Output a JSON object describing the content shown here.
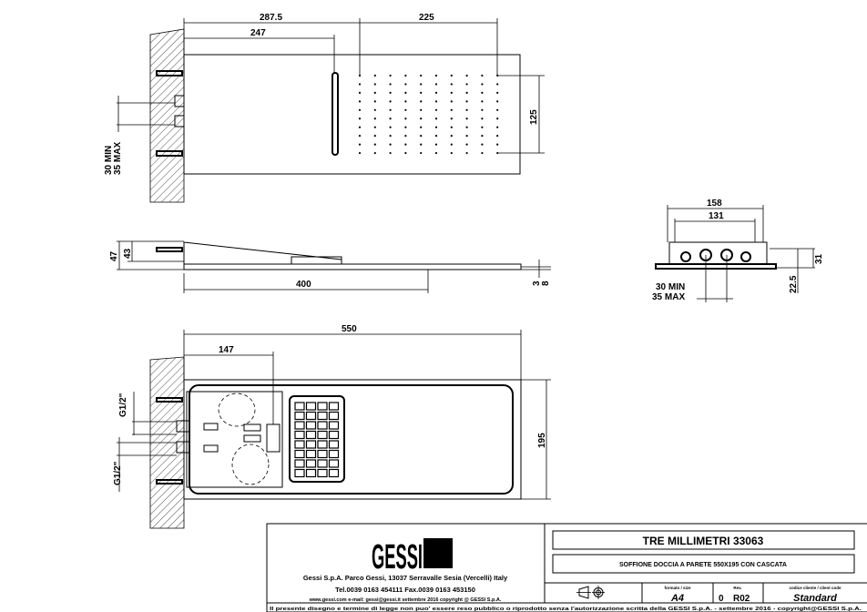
{
  "drawing": {
    "top_view": {
      "dim_total_to_nozzles": "287.5",
      "dim_nozzle_field": "225",
      "dim_to_slot": "247",
      "dim_nozzle_height": "125",
      "wall_min": "30  MIN",
      "wall_max": "35  MAX"
    },
    "side_view": {
      "dim_height_total": "47",
      "dim_height_body": "43",
      "dim_length": "400",
      "dim_plate": "3",
      "dim_plate_total": "8"
    },
    "end_view": {
      "dim_width_total": "158",
      "dim_width_holes": "131",
      "dim_height": "31",
      "dim_axis": "22.5",
      "wall_min": "30  MIN",
      "wall_max": "35  MAX"
    },
    "bottom_view": {
      "dim_length": "550",
      "dim_to_outlet": "147",
      "dim_width": "195",
      "thread_upper": "G1/2\"",
      "thread_lower": "G1/2\""
    }
  },
  "title_block": {
    "logo": "GESSI",
    "company_line": "Gessi S.p.A. Parco Gessi, 13037 Serravalle Sesia (Vercelli) Italy",
    "contact_line": "Tel.0039  0163  454111  Fax.0039  0163  453150",
    "web_line": "www.gessi.com  e-mail: gessi@gessi.it  settembre  2016  copyright @ GESSI  S.p.A.",
    "product_title": "TRE MILLIMETRI  33063",
    "product_description": "SOFFIONE DOCCIA A PARETE 550X195 CON CASCATA",
    "size_label": "formato / size",
    "size_value": "A4",
    "rev_label": "Rev.",
    "rev_value_a": "0",
    "rev_value_b": "R02",
    "code_label": "codice cliente / client code",
    "code_value": "Standard",
    "footer_notice": "Il presente disegno e termine di legge non puo' essere reso pubblico o riprodotto senza l'autorizzazione scritta della GESSI S.p.A. - settembre 2016 - copyright@GESSI S.p.A."
  }
}
